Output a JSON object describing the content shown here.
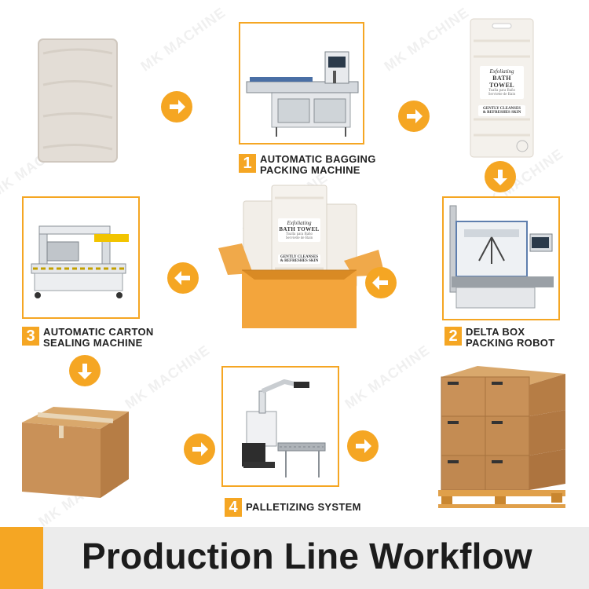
{
  "steps": [
    {
      "number": "1",
      "line1": "AUTOMATIC BAGGING",
      "line2": "PACKING MACHINE"
    },
    {
      "number": "2",
      "line1": "DELTA BOX",
      "line2": "PACKING ROBOT"
    },
    {
      "number": "3",
      "line1": "AUTOMATIC CARTON",
      "line2": "SEALING MACHINE"
    },
    {
      "number": "4",
      "line1": "PALLETIZING SYSTEM",
      "line2": ""
    }
  ],
  "product": {
    "brand_line": "Exfoliating",
    "name": "BATH TOWEL",
    "subtitle_line1": "Toalla para Baño",
    "subtitle_line2": "Serviette de Bain",
    "claim_line1": "GENTLY CLEANSES",
    "claim_line2": "& REFRESHES SKIN"
  },
  "watermark": "MK MACHINE",
  "footer": {
    "title": "Production Line Workflow"
  },
  "colors": {
    "accent": "#f5a623",
    "footer_bg": "#ececec",
    "text": "#1c1c1c"
  }
}
